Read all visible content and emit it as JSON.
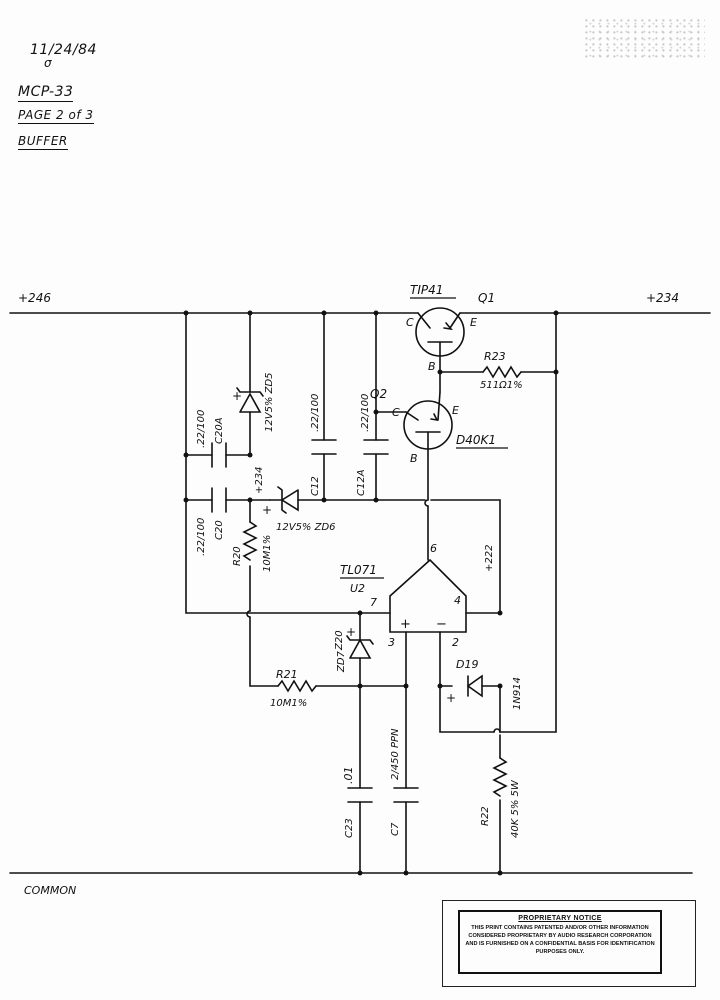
{
  "header": {
    "date": "11/24/84",
    "model": "MCP-33",
    "page": "PAGE 2 of 3",
    "section": "BUFFER"
  },
  "rails": {
    "input": "+246",
    "output": "+234",
    "ground": "COMMON"
  },
  "components": {
    "q1": {
      "name": "Q1",
      "part": "TIP41",
      "c": "C",
      "b": "B",
      "e": "E"
    },
    "q2": {
      "name": "Q2",
      "part": "D40K1",
      "c": "C",
      "b": "B",
      "e": "E"
    },
    "r23": {
      "name": "R23",
      "value": "511Ω1%"
    },
    "zd5": {
      "value": "12V5% ZD5",
      "node": "+234"
    },
    "c20a": {
      "value": ".22/100",
      "name": "C20A"
    },
    "c20": {
      "value": ".22/100",
      "name": "C20"
    },
    "c12": {
      "value": ".22/100",
      "name": "C12"
    },
    "c12a": {
      "value": ".22/100",
      "name": "C12A"
    },
    "zd6": {
      "value": "12V5% ZD6"
    },
    "r20": {
      "name": "R20",
      "value": "10M1%"
    },
    "u2": {
      "part": "TL071",
      "name": "U2",
      "pin6": "6",
      "pin7": "7",
      "pin4": "4",
      "pin3": "3",
      "pin2": "2",
      "plus": "+",
      "minus": "−",
      "node": "+222"
    },
    "zd7": {
      "name": "ZD7",
      "value": "Z20"
    },
    "r21": {
      "name": "R21",
      "value": "10M1%"
    },
    "d19": {
      "name": "D19",
      "part": "1N914"
    },
    "c23": {
      "value": ".01",
      "name": "C23"
    },
    "c7": {
      "value": "2/450 PPN",
      "name": "C7"
    },
    "r22": {
      "name": "R22",
      "value": "40K 5% 5W"
    },
    "polarity": "+"
  },
  "notice": {
    "title": "PROPRIETARY NOTICE",
    "body": "This print contains patented and/or other information considered proprietary by Audio Research Corporation and is furnished on a confidential basis for identification purposes only."
  },
  "colors": {
    "ink": "#111111",
    "paper": "#fdfdfd"
  }
}
